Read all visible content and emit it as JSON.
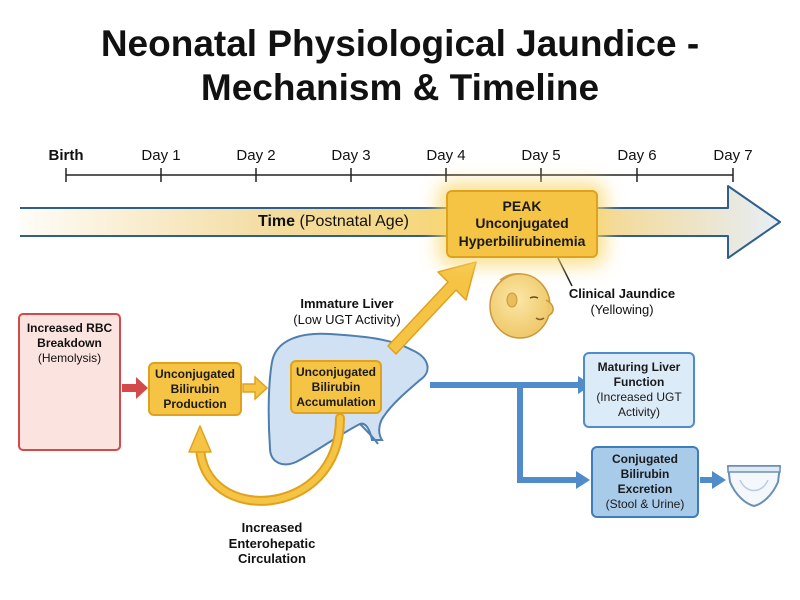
{
  "title": {
    "line1": "Neonatal Physiological Jaundice -",
    "line2": "Mechanism & Timeline"
  },
  "timeline": {
    "days": [
      "Birth",
      "Day 1",
      "Day 2",
      "Day 3",
      "Day 4",
      "Day 5",
      "Day 6",
      "Day 7"
    ],
    "arrow_label_bold": "Time",
    "arrow_label_rest": "(Postnatal Age)"
  },
  "peak_box": {
    "line1": "PEAK",
    "line2": "Unconjugated",
    "line3": "Hyperbilirubinemia"
  },
  "clinical_jaundice": {
    "title": "Clinical Jaundice",
    "subtitle": "(Yellowing)"
  },
  "immature_liver": {
    "title": "Immature Liver",
    "subtitle": "(Low UGT Activity)"
  },
  "rbc_box": {
    "line1": "Increased RBC",
    "line2": "Breakdown",
    "line3": "(Hemolysis)"
  },
  "production_box": {
    "line1": "Unconjugated",
    "line2": "Bilirubin",
    "line3": "Production"
  },
  "accumulation_box": {
    "line1": "Unconjugated",
    "line2": "Bilirubin",
    "line3": "Accumulation"
  },
  "enterohepatic": {
    "line1": "Increased",
    "line2": "Enterohepatic",
    "line3": "Circulation"
  },
  "maturing_box": {
    "line1": "Maturing Liver",
    "line2": "Function",
    "line3": "(Increased UGT",
    "line4": "Activity)"
  },
  "excretion_box": {
    "line1": "Conjugated",
    "line2": "Bilirubin",
    "line3": "Excretion",
    "line4": "(Stool & Urine)"
  },
  "colors": {
    "yellow": "#f6c445",
    "yellow_border": "#e0a21c",
    "blue": "#4f8cc9",
    "red": "#d34a4a",
    "timeline_arrow": "#d8e4f0"
  }
}
